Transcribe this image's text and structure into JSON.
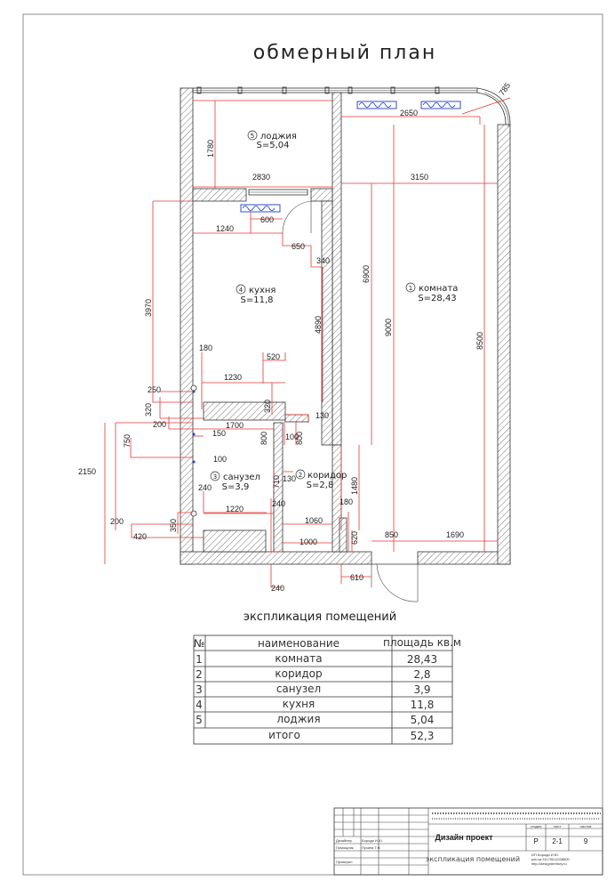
{
  "title": "обмерный план",
  "explication_title": "экспликация помещений",
  "rooms": [
    {
      "num": "1",
      "name": "комната",
      "area": "S=28,43"
    },
    {
      "num": "2",
      "name": "коридор",
      "area": "S=2,8"
    },
    {
      "num": "3",
      "name": "санузел",
      "area": "S=3,9"
    },
    {
      "num": "4",
      "name": "кухня",
      "area": "S=11,8"
    },
    {
      "num": "5",
      "name": "лоджия",
      "area": "S=5,04"
    }
  ],
  "dimensions": [
    "785",
    "2650",
    "1780",
    "2830",
    "3150",
    "600",
    "1240",
    "650",
    "340",
    "3970",
    "6900",
    "9000",
    "8500",
    "4890",
    "180",
    "520",
    "1230",
    "250",
    "320",
    "320",
    "130",
    "200",
    "1700",
    "150",
    "100",
    "800",
    "800",
    "750",
    "100",
    "2150",
    "710",
    "130",
    "1480",
    "240",
    "240",
    "1220",
    "180",
    "1060",
    "200",
    "350",
    "420",
    "1000",
    "620",
    "850",
    "1690",
    "610",
    "240"
  ],
  "table": {
    "headers": [
      "№",
      "наименование",
      "площадь кв.м"
    ],
    "rows": [
      {
        "n": "1",
        "name": "комната",
        "area": "28,43"
      },
      {
        "n": "2",
        "name": "коридор",
        "area": "2,8"
      },
      {
        "n": "3",
        "name": "санузел",
        "area": "3,9"
      },
      {
        "n": "4",
        "name": "кухня",
        "area": "11,8"
      },
      {
        "n": "5",
        "name": "лоджия",
        "area": "5,04"
      }
    ],
    "total_label": "итого",
    "total_value": "52,3"
  },
  "stamp": {
    "project": "Дизайн проект",
    "sheet_name": "экспликация помещений",
    "col_labels": [
      "стадия",
      "лист",
      "листов"
    ],
    "col_values": [
      "Р",
      "2-1",
      "9"
    ],
    "designer_label": "Дизайнер",
    "designer_name": "Бороди И.Ю.",
    "assistant_label": "Помощник",
    "assistant_name": "Пузина Т.Н.",
    "checked_label": "Проверил",
    "company_line1": "ИП Бороди И.Ю.",
    "company_line2": "pat.ua.31170011208800",
    "company_line3": "http://designterritory.ru"
  }
}
